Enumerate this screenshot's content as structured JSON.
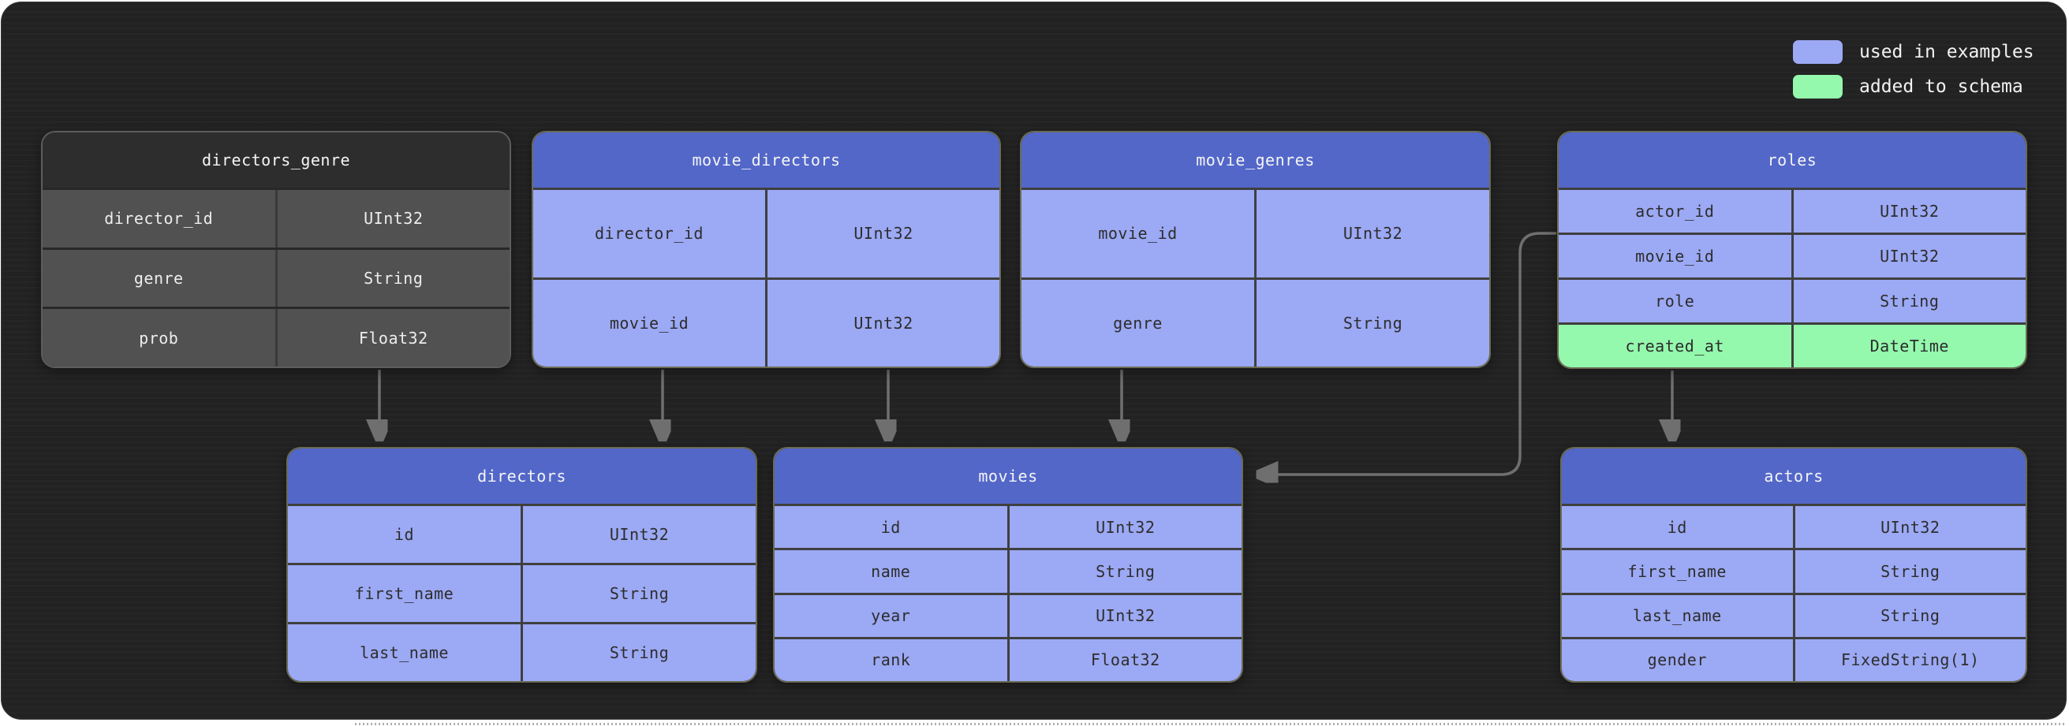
{
  "legend": {
    "items": [
      {
        "key": "used_in_examples",
        "label": "used in examples",
        "color": "#9ca9f4"
      },
      {
        "key": "added_to_schema",
        "label": "added to schema",
        "color": "#94f8ad"
      }
    ]
  },
  "tables": [
    {
      "id": "directors_genre",
      "title": "directors_genre",
      "variant": "gray",
      "columns": [
        {
          "name": "director_id",
          "type": "UInt32"
        },
        {
          "name": "genre",
          "type": "String"
        },
        {
          "name": "prob",
          "type": "Float32"
        }
      ]
    },
    {
      "id": "movie_directors",
      "title": "movie_directors",
      "variant": "blue",
      "columns": [
        {
          "name": "director_id",
          "type": "UInt32"
        },
        {
          "name": "movie_id",
          "type": "UInt32"
        }
      ]
    },
    {
      "id": "movie_genres",
      "title": "movie_genres",
      "variant": "blue",
      "columns": [
        {
          "name": "movie_id",
          "type": "UInt32"
        },
        {
          "name": "genre",
          "type": "String"
        }
      ]
    },
    {
      "id": "roles",
      "title": "roles",
      "variant": "blue",
      "columns": [
        {
          "name": "actor_id",
          "type": "UInt32"
        },
        {
          "name": "movie_id",
          "type": "UInt32"
        },
        {
          "name": "role",
          "type": "String"
        },
        {
          "name": "created_at",
          "type": "DateTime",
          "status": "added_to_schema"
        }
      ]
    },
    {
      "id": "directors",
      "title": "directors",
      "variant": "blue",
      "columns": [
        {
          "name": "id",
          "type": "UInt32"
        },
        {
          "name": "first_name",
          "type": "String"
        },
        {
          "name": "last_name",
          "type": "String"
        }
      ]
    },
    {
      "id": "movies",
      "title": "movies",
      "variant": "blue",
      "columns": [
        {
          "name": "id",
          "type": "UInt32"
        },
        {
          "name": "name",
          "type": "String"
        },
        {
          "name": "year",
          "type": "UInt32"
        },
        {
          "name": "rank",
          "type": "Float32"
        }
      ]
    },
    {
      "id": "actors",
      "title": "actors",
      "variant": "blue",
      "columns": [
        {
          "name": "id",
          "type": "UInt32"
        },
        {
          "name": "first_name",
          "type": "String"
        },
        {
          "name": "last_name",
          "type": "String"
        },
        {
          "name": "gender",
          "type": "FixedString(1)"
        }
      ]
    }
  ],
  "relationships": [
    {
      "from": "directors_genre",
      "to": "directors"
    },
    {
      "from": "movie_directors",
      "to": "directors"
    },
    {
      "from": "movie_directors",
      "to": "movies"
    },
    {
      "from": "movie_genres",
      "to": "movies"
    },
    {
      "from": "roles",
      "to": "movies"
    },
    {
      "from": "roles",
      "to": "actors"
    }
  ],
  "colors": {
    "page_background": "#ffffff",
    "panel_background": "#232323",
    "table_header_blue": "#5367c9",
    "table_row_blue": "#9ca9f4",
    "table_row_green": "#94f8ad",
    "table_header_gray": "#2d2d2d",
    "table_row_gray": "#515151",
    "connector": "#6f6f6f",
    "arrowhead": "#8d8d8d"
  }
}
